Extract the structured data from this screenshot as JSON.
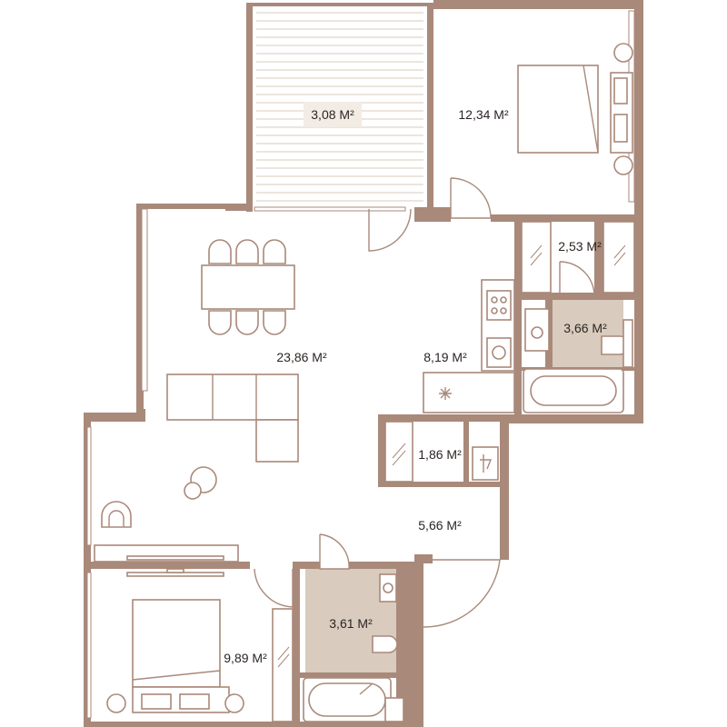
{
  "colors": {
    "wall": "#a9897a",
    "wet_zone": "#d9cbbd",
    "label": "#2b2523"
  },
  "rooms": [
    {
      "id": "balcony",
      "label": "3,08 M²"
    },
    {
      "id": "bedroom-1",
      "label": "12,34 M²"
    },
    {
      "id": "wardrobe-1",
      "label": "2,53 M²"
    },
    {
      "id": "bathroom-1",
      "label": "3,66 M²"
    },
    {
      "id": "living",
      "label": "23,86 M²"
    },
    {
      "id": "kitchen",
      "label": "8,19 M²"
    },
    {
      "id": "storage",
      "label": "1,86 M²"
    },
    {
      "id": "hall",
      "label": "5,66 M²"
    },
    {
      "id": "bathroom-2",
      "label": "3,61 M²"
    },
    {
      "id": "bedroom-2",
      "label": "9,89 M²"
    }
  ]
}
